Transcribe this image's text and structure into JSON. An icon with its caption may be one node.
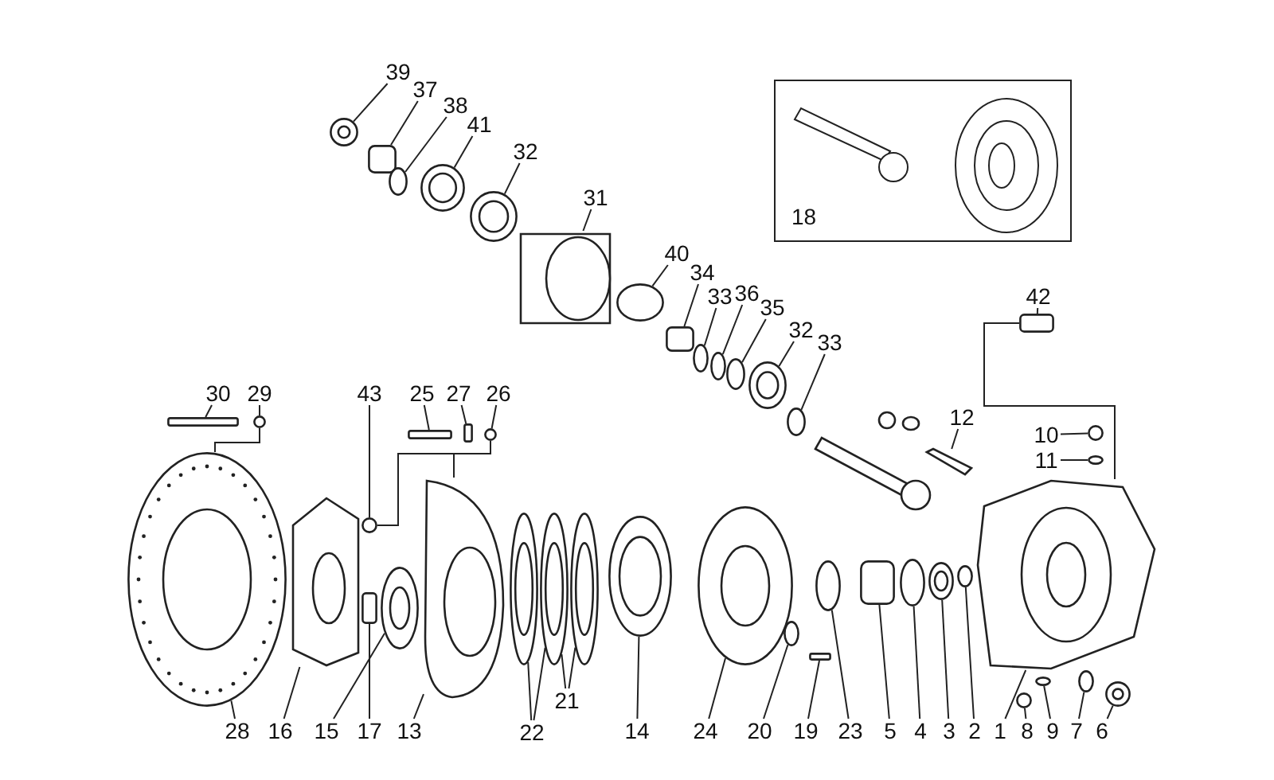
{
  "diagram": {
    "nodes": [
      {
        "text": [
          "18"
        ]
      },
      {
        "text": [
          "39"
        ]
      },
      {
        "text": [
          "37"
        ]
      },
      {
        "text": [
          "38"
        ]
      },
      {
        "text": [
          "41"
        ]
      },
      {
        "text": [
          "32"
        ]
      },
      {
        "text": [
          "31"
        ]
      },
      {
        "text": [
          "40"
        ]
      },
      {
        "text": [
          "34"
        ]
      },
      {
        "text": [
          "33"
        ]
      },
      {
        "text": [
          "36"
        ]
      },
      {
        "text": [
          "35"
        ]
      },
      {
        "text": [
          "32"
        ]
      },
      {
        "text": [
          "33"
        ]
      },
      {
        "text": [
          "42"
        ]
      },
      {
        "text": [
          "30"
        ]
      },
      {
        "text": [
          "29"
        ]
      },
      {
        "text": [
          "43"
        ]
      },
      {
        "text": [
          "25"
        ]
      },
      {
        "text": [
          "27"
        ]
      },
      {
        "text": [
          "26"
        ]
      },
      {
        "text": [
          "12"
        ]
      },
      {
        "text": [
          "10"
        ]
      },
      {
        "text": [
          "11"
        ]
      },
      {
        "text": [
          "21"
        ]
      },
      {
        "text": [
          "28"
        ]
      },
      {
        "text": [
          "16"
        ]
      },
      {
        "text": [
          "15"
        ]
      },
      {
        "text": [
          "17"
        ]
      },
      {
        "text": [
          "13"
        ]
      },
      {
        "text": [
          "22"
        ]
      },
      {
        "text": [
          "14"
        ]
      },
      {
        "text": [
          "24"
        ]
      },
      {
        "text": [
          "20"
        ]
      },
      {
        "text": [
          "19"
        ]
      },
      {
        "text": [
          "23"
        ]
      },
      {
        "text": [
          "5"
        ]
      },
      {
        "text": [
          "4"
        ]
      },
      {
        "text": [
          "3"
        ]
      },
      {
        "text": [
          "2"
        ]
      },
      {
        "text": [
          "1"
        ]
      },
      {
        "text": [
          "8"
        ]
      },
      {
        "text": [
          "9"
        ]
      },
      {
        "text": [
          "7"
        ]
      },
      {
        "text": [
          "6"
        ]
      },
      {
        "text": [],
        "shape": "picture"
      },
      {
        "text": [],
        "shape": "box"
      },
      {
        "text": [],
        "shape": "circle"
      },
      {
        "text": [],
        "shape": "picture"
      },
      {
        "text": [],
        "shape": "picture"
      },
      {
        "text": [],
        "shape": "picture"
      },
      {
        "text": [],
        "shape": "circle"
      },
      {
        "text": [],
        "shape": "box"
      },
      {
        "text": [],
        "shape": "circle"
      },
      {
        "text": [],
        "shape": "circle"
      },
      {
        "text": [],
        "shape": "circle"
      },
      {
        "text": [],
        "shape": "picture"
      },
      {
        "text": [],
        "shape": "circle"
      },
      {
        "text": [],
        "shape": "box"
      },
      {
        "text": [],
        "shape": "box"
      },
      {
        "text": [],
        "shape": "circle"
      },
      {
        "text": [],
        "shape": "circle"
      },
      {
        "text": [],
        "shape": "box"
      },
      {
        "text": [],
        "shape": "box"
      },
      {
        "text": [],
        "shape": "circle"
      },
      {
        "text": [],
        "shape": "bar"
      },
      {
        "text": [],
        "shape": "circle"
      },
      {
        "text": [],
        "shape": "circle"
      },
      {
        "text": [],
        "shape": "picture"
      },
      {
        "text": [],
        "shape": "picture"
      },
      {
        "text": [],
        "shape": "picture"
      },
      {
        "text": [],
        "shape": "picture"
      },
      {
        "text": [],
        "shape": "picture"
      },
      {
        "text": [],
        "shape": "picture"
      },
      {
        "text": [],
        "shape": "box"
      },
      {
        "text": [],
        "shape": "picture"
      },
      {
        "text": [],
        "shape": "picture"
      },
      {
        "text": [],
        "shape": "picture"
      },
      {
        "text": [],
        "shape": "circle"
      },
      {
        "text": [],
        "shape": "box"
      },
      {
        "text": [],
        "shape": "circle"
      },
      {
        "text": [],
        "shape": "box"
      },
      {
        "text": [],
        "shape": "circle"
      },
      {
        "text": [],
        "shape": "picture"
      },
      {
        "text": [],
        "shape": "circle"
      },
      {
        "text": [],
        "shape": "picture"
      },
      {
        "text": [],
        "shape": "circle"
      },
      {
        "text": [],
        "shape": "circle"
      },
      {
        "text": [],
        "shape": "circle"
      },
      {
        "text": [],
        "shape": "picture"
      }
    ],
    "edges": [
      {
        "from": 1,
        "to": 45,
        "arrow": "none"
      },
      {
        "from": 2,
        "to": 46,
        "arrow": "none"
      },
      {
        "from": 3,
        "to": 47,
        "arrow": "none"
      },
      {
        "from": 4,
        "to": 48,
        "arrow": "none"
      },
      {
        "from": 5,
        "to": 49,
        "arrow": "none"
      },
      {
        "from": 6,
        "to": 50,
        "arrow": "none"
      },
      {
        "from": 7,
        "to": 51,
        "arrow": "none"
      },
      {
        "from": 8,
        "to": 52,
        "arrow": "none"
      },
      {
        "from": 9,
        "to": 53,
        "arrow": "none"
      },
      {
        "from": 10,
        "to": 54,
        "arrow": "none"
      },
      {
        "from": 11,
        "to": 55,
        "arrow": "none"
      },
      {
        "from": 12,
        "to": 56,
        "arrow": "none"
      },
      {
        "from": 13,
        "to": 57,
        "arrow": "none"
      },
      {
        "from": 14,
        "to": 58,
        "arrow": "none"
      },
      {
        "from": 15,
        "to": 59,
        "arrow": "none"
      },
      {
        "from": 16,
        "to": 60,
        "arrow": "none"
      },
      {
        "from": 17,
        "to": 61,
        "arrow": "none"
      },
      {
        "from": 18,
        "to": 62,
        "arrow": "none"
      },
      {
        "from": 19,
        "to": 63,
        "arrow": "none"
      },
      {
        "from": 20,
        "to": 64,
        "arrow": "none"
      },
      {
        "from": 21,
        "to": 65,
        "arrow": "none"
      },
      {
        "from": 22,
        "to": 66,
        "arrow": "none"
      },
      {
        "from": 23,
        "to": 67,
        "arrow": "none"
      },
      {
        "from": 24,
        "to": 69,
        "arrow": "none"
      },
      {
        "from": 24,
        "to": 70,
        "arrow": "none"
      },
      {
        "from": 25,
        "to": 71,
        "arrow": "none"
      },
      {
        "from": 26,
        "to": 72,
        "arrow": "none"
      },
      {
        "from": 27,
        "to": 73,
        "arrow": "none"
      },
      {
        "from": 28,
        "to": 74,
        "arrow": "none"
      },
      {
        "from": 29,
        "to": 75,
        "arrow": "none"
      },
      {
        "from": 30,
        "to": 68,
        "arrow": "none"
      },
      {
        "from": 30,
        "to": 69,
        "arrow": "none"
      },
      {
        "from": 31,
        "to": 76,
        "arrow": "none"
      },
      {
        "from": 32,
        "to": 77,
        "arrow": "none"
      },
      {
        "from": 33,
        "to": 78,
        "arrow": "none"
      },
      {
        "from": 34,
        "to": 79,
        "arrow": "none"
      },
      {
        "from": 35,
        "to": 80,
        "arrow": "none"
      },
      {
        "from": 36,
        "to": 81,
        "arrow": "none"
      },
      {
        "from": 37,
        "to": 82,
        "arrow": "none"
      },
      {
        "from": 38,
        "to": 83,
        "arrow": "none"
      },
      {
        "from": 39,
        "to": 84,
        "arrow": "none"
      },
      {
        "from": 40,
        "to": 85,
        "arrow": "none"
      },
      {
        "from": 41,
        "to": 86,
        "arrow": "none"
      },
      {
        "from": 42,
        "to": 87,
        "arrow": "none"
      },
      {
        "from": 43,
        "to": 88,
        "arrow": "none"
      },
      {
        "from": 44,
        "to": 89,
        "arrow": "none"
      },
      {
        "from": 60,
        "to": 71,
        "arrow": "none"
      },
      {
        "from": 64,
        "to": 75,
        "arrow": "none"
      },
      {
        "from": 64,
        "to": 61,
        "arrow": "none"
      },
      {
        "from": 58,
        "to": 85,
        "arrow": "none"
      }
    ]
  }
}
